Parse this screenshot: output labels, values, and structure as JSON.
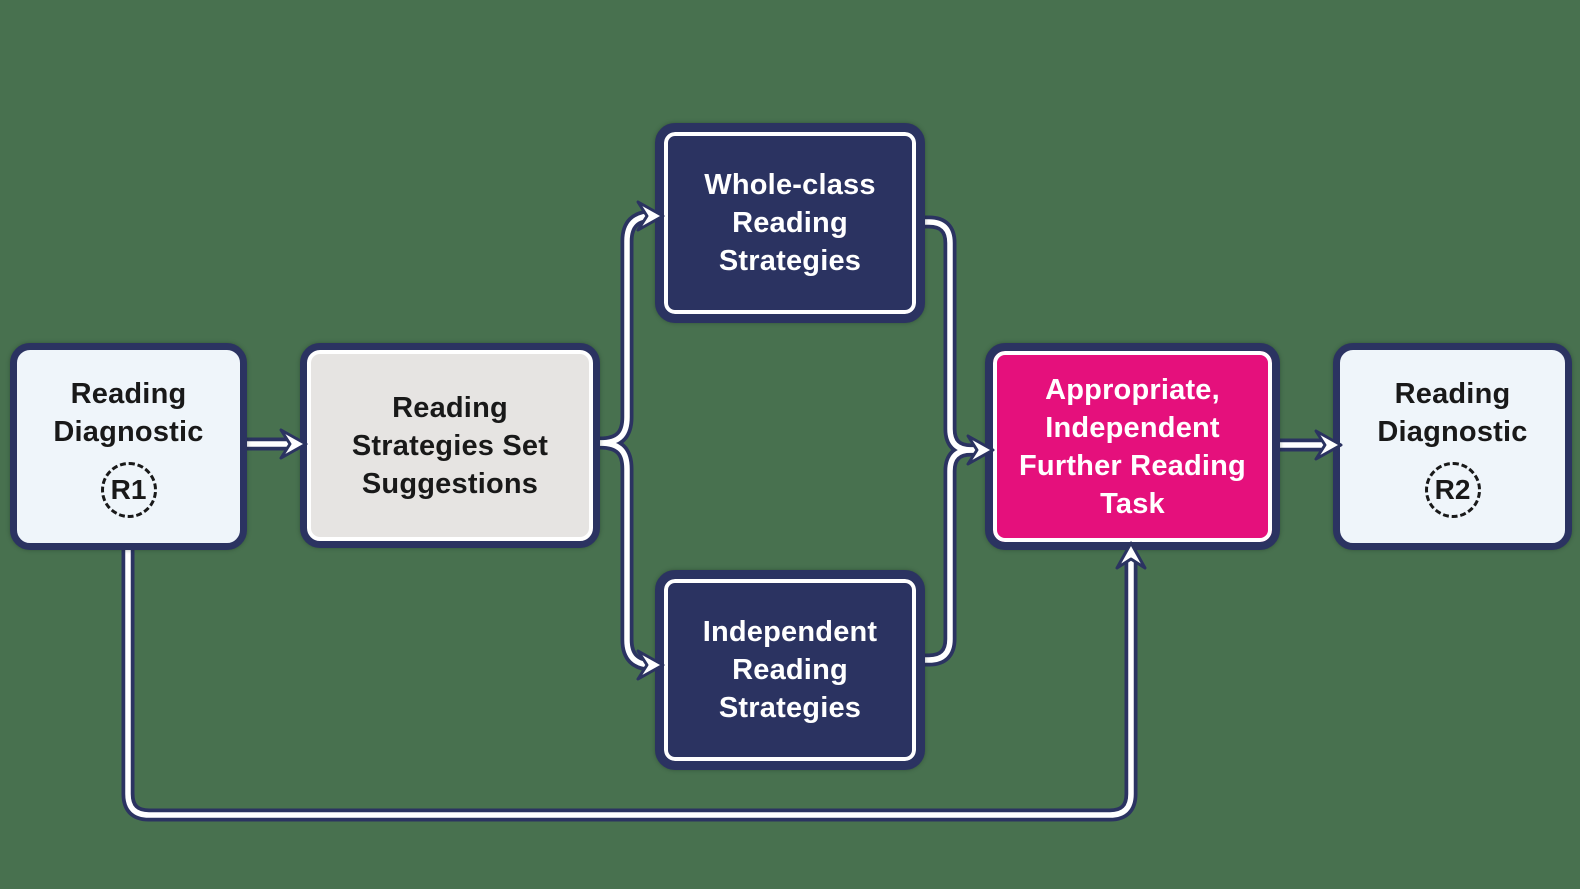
{
  "diagram": {
    "background_color": "#48714F",
    "palette": {
      "navy": "#2B3361",
      "pink": "#E5107C",
      "light_blue": "#EFF5FA",
      "gray": "#E6E4E2",
      "white": "#FFFFFF",
      "text_dark": "#191919"
    }
  },
  "nodes": {
    "reading_diagnostic_r1": {
      "label": "Reading Diagnostic",
      "lines": [
        "Reading",
        "Diagnostic"
      ],
      "badge": "R1"
    },
    "strategies_suggestions": {
      "label": "Reading Strategies Set Suggestions",
      "lines": [
        "Reading",
        "Strategies Set",
        "Suggestions"
      ]
    },
    "whole_class": {
      "label": "Whole-class Reading Strategies",
      "lines": [
        "Whole-class",
        "Reading",
        "Strategies"
      ]
    },
    "independent": {
      "label": "Independent Reading Strategies",
      "lines": [
        "Independent",
        "Reading",
        "Strategies"
      ]
    },
    "further_reading_task": {
      "label": "Appropriate, Independent Further Reading Task",
      "lines": [
        "Appropriate,",
        "Independent",
        "Further Reading",
        "Task"
      ]
    },
    "reading_diagnostic_r2": {
      "label": "Reading Diagnostic",
      "lines": [
        "Reading",
        "Diagnostic"
      ],
      "badge": "R2"
    }
  }
}
